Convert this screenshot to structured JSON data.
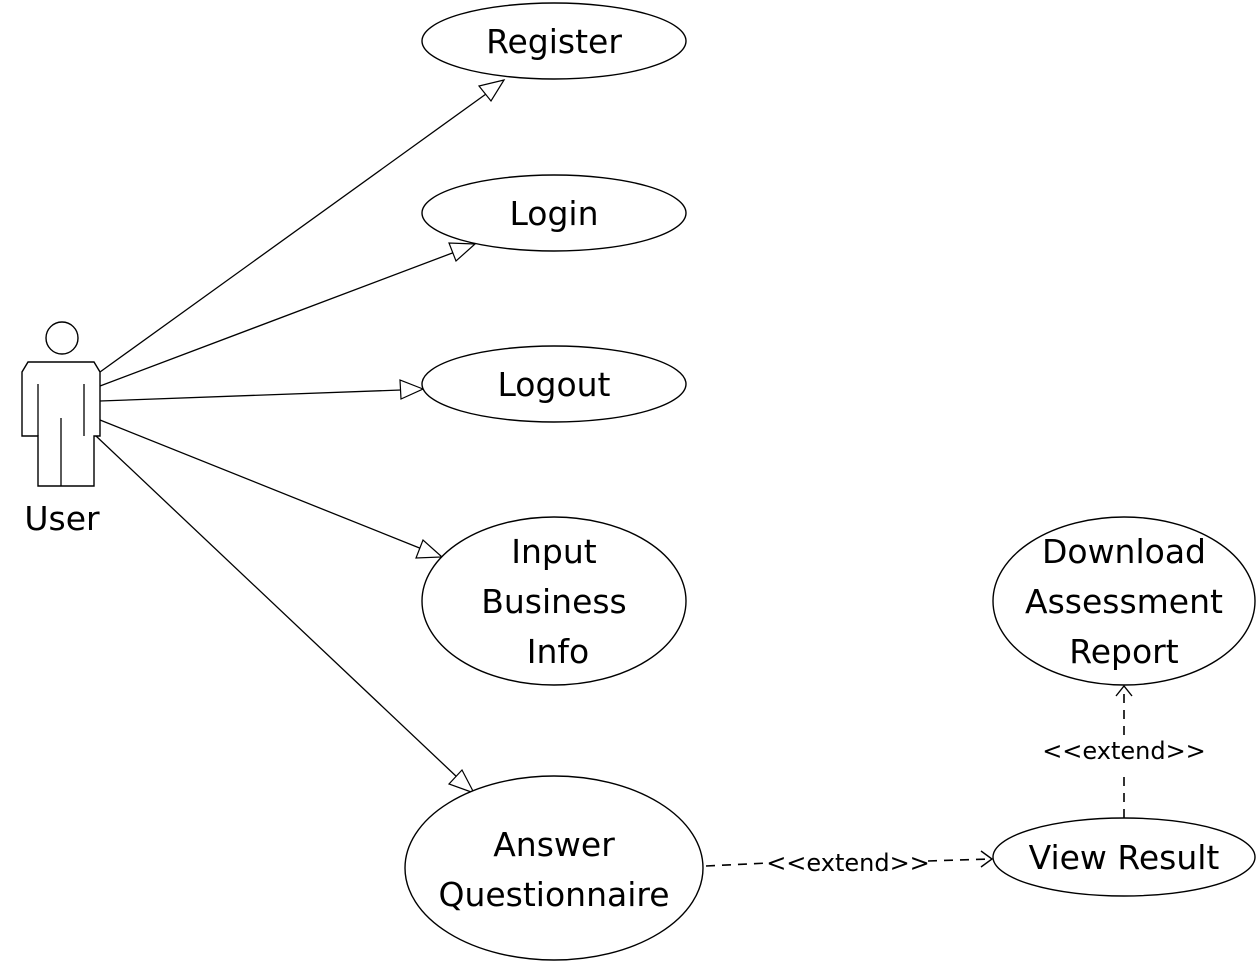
{
  "actor": {
    "name": "User"
  },
  "use_cases": {
    "register": "Register",
    "login": "Login",
    "logout": "Logout",
    "input_business_info": [
      "Input",
      "Business",
      "Info"
    ],
    "answer_questionnaire": [
      "Answer",
      "Questionnaire"
    ],
    "view_result": "View Result",
    "download_assessment_report": [
      "Download",
      "Assessment",
      "Report"
    ]
  },
  "relationships": {
    "extend_label": "<<extend>>"
  },
  "colors": {
    "line": "#000000",
    "background": "#ffffff"
  }
}
